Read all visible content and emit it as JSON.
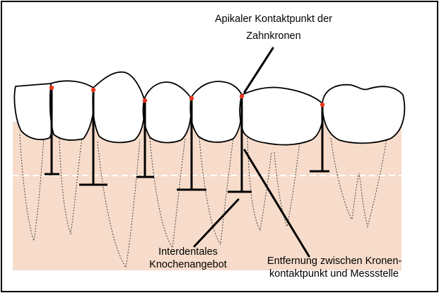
{
  "colors": {
    "frame": "#000000",
    "gum": "#f7dccb",
    "bone_line": "#ffffff",
    "contact_point": "#e8371c",
    "outline": "#000000",
    "root_outline": "#444444"
  },
  "labels": {
    "apical_contact_line1": "Apikaler Kontaktpunkt der",
    "apical_contact_line2": "Zahnkronen",
    "interdental_line1": "Interdentales",
    "interdental_line2": "Knochenangebot",
    "distance_line1": "Entfernung zwischen Kronen-",
    "distance_line2": "kontaktpunkt und Messstelle"
  }
}
